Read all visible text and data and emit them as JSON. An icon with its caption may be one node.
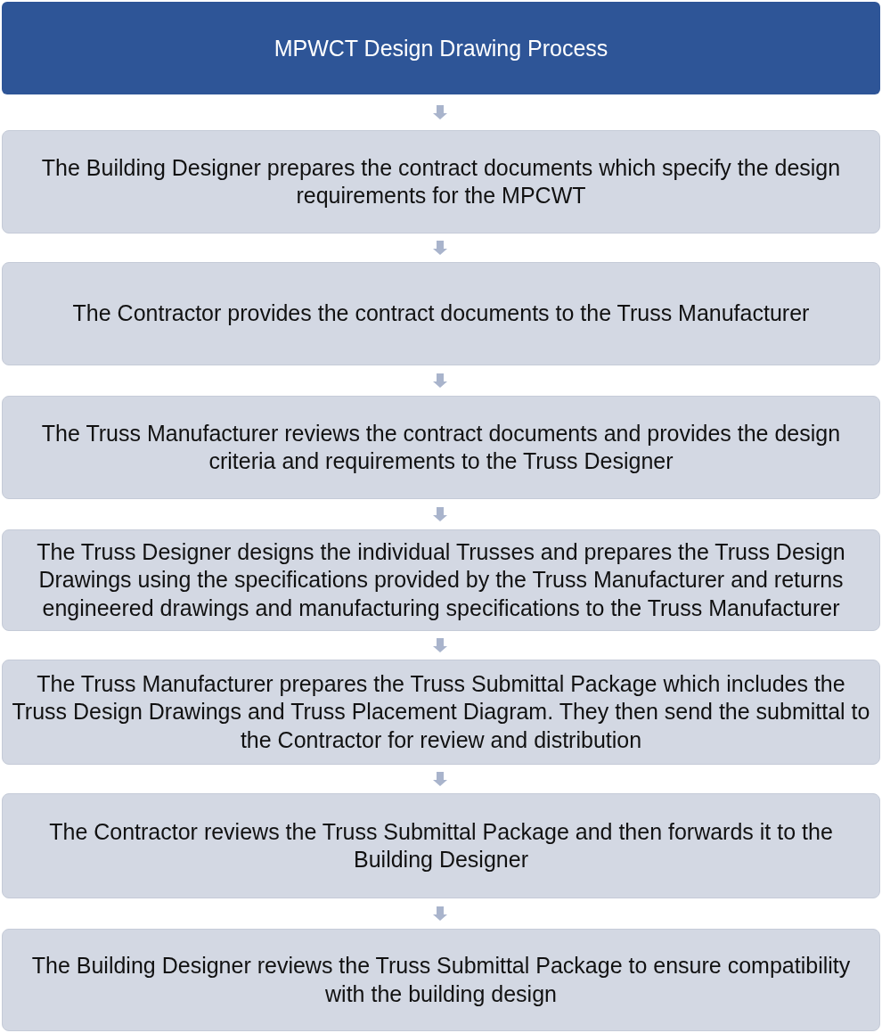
{
  "diagram": {
    "nodes": [
      {
        "text": [
          "MPWCT Design Drawing Process"
        ]
      },
      {
        "text": [
          "The Building Designer prepares the contract documents which specify the design requirements for the MPCWT"
        ]
      },
      {
        "text": [
          "The Contractor provides the contract documents to the Truss Manufacturer"
        ]
      },
      {
        "text": [
          "The Truss Manufacturer reviews the contract documents and provides the design criteria and requirements to the Truss Designer"
        ]
      },
      {
        "text": [
          "The Truss Designer designs the individual Trusses and prepares the Truss Design Drawings using the specifications provided by the Truss Manufacturer and returns engineered drawings and manufacturing specifications to the Truss Manufacturer"
        ]
      },
      {
        "text": [
          "The Truss Manufacturer prepares the Truss Submittal Package which includes the Truss Design Drawings and Truss Placement Diagram.  They then send the submittal to the Contractor for review and distribution"
        ]
      },
      {
        "text": [
          "The Contractor reviews the Truss Submittal Package and then forwards it to the Building Designer"
        ]
      },
      {
        "text": [
          "The Building Designer reviews the Truss Submittal Package to ensure compatibility with the building design"
        ]
      }
    ],
    "edges": [
      {
        "from": 0,
        "to": 1,
        "arrow": "to"
      },
      {
        "from": 1,
        "to": 2,
        "arrow": "to"
      },
      {
        "from": 2,
        "to": 3,
        "arrow": "to"
      },
      {
        "from": 3,
        "to": 4,
        "arrow": "to"
      },
      {
        "from": 4,
        "to": 5,
        "arrow": "to"
      },
      {
        "from": 5,
        "to": 6,
        "arrow": "to"
      },
      {
        "from": 6,
        "to": 7,
        "arrow": "to"
      }
    ]
  }
}
